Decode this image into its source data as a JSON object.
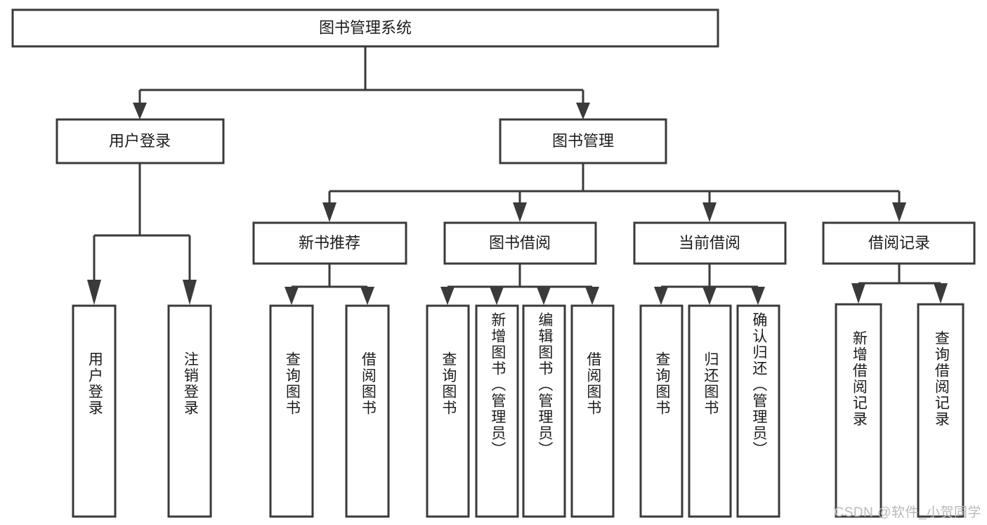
{
  "diagram": {
    "title": "图书管理系统",
    "type": "hierarchy-tree",
    "orientation": "top-down",
    "colors": {
      "box_stroke": "#3a3a3a",
      "box_fill": "#ffffff",
      "connector": "#3a3a3a",
      "text": "#1c1c1c",
      "watermark": "#b9b9b9"
    },
    "root": {
      "label": "图书管理系统"
    },
    "level2": [
      {
        "label": "用户登录"
      },
      {
        "label": "图书管理"
      }
    ],
    "level3": [
      {
        "label": "新书推荐"
      },
      {
        "label": "图书借阅"
      },
      {
        "label": "当前借阅"
      },
      {
        "label": "借阅记录"
      }
    ],
    "leaves": {
      "user_login": [
        {
          "label": "用户登录"
        },
        {
          "label": "注销登录"
        }
      ],
      "new_book_recommend": [
        {
          "label": "查询图书"
        },
        {
          "label": "借阅图书"
        }
      ],
      "book_borrow": [
        {
          "label": "查询图书"
        },
        {
          "label": "新增图书（管理员）"
        },
        {
          "label": "编辑图书（管理员）"
        },
        {
          "label": "借阅图书"
        }
      ],
      "current_borrow": [
        {
          "label": "查询图书"
        },
        {
          "label": "归还图书"
        },
        {
          "label": "确认归还（管理员）"
        }
      ],
      "borrow_record": [
        {
          "label": "新增借阅记录"
        },
        {
          "label": "查询借阅记录"
        }
      ]
    }
  },
  "watermark": {
    "text": "CSDN @软件_小贺同学"
  }
}
